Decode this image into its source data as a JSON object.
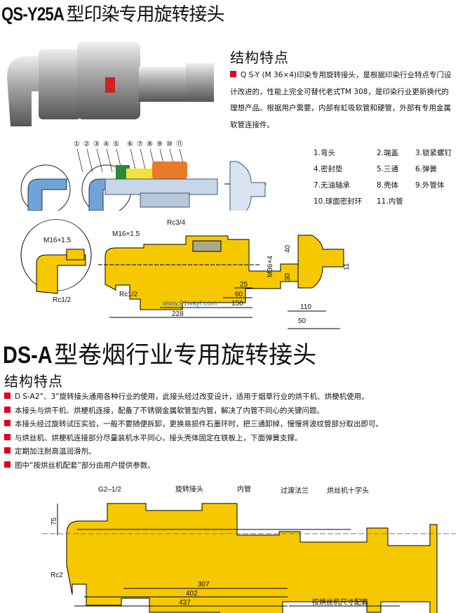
{
  "section1": {
    "model": "QS-Y25A",
    "title_rest": "型印染专用旋转接头",
    "heading": "结构特点",
    "description": "Q S-Y (M 36×4)印染专用旋转接头，是根据印染行业特点专门设计改进的，性能上完全可替代老式TM 308，是印染行业更新换代的理想产品。根据用户需要，内部有虹吸软管和硬管，外部有专用金属软管连接件。",
    "callouts": [
      "①",
      "②",
      "③",
      "④",
      "⑤",
      "⑥",
      "⑦",
      "⑧",
      "⑨",
      "⑩",
      "⑪"
    ],
    "parts": [
      "1.弯头",
      "2.端盖",
      "3.锁紧螺钉",
      "4.密封垫",
      "5.三通",
      "6.弹簧",
      "7.无油轴承",
      "8.壳体",
      "9.外管体",
      "10.球面密封环",
      "11.内管"
    ],
    "dims": {
      "m16_a": "M16×1.5",
      "rc12_a": "Rc1/2",
      "m16_b": "M16×1.5",
      "rc34": "Rc3/4",
      "rc12_b": "Rc1/2",
      "m36": "M36×4",
      "d25": "25",
      "d60": "60",
      "d150": "150",
      "d228": "228",
      "d40": "40",
      "d30": "30",
      "d11": "11",
      "d110": "110",
      "d50": "50"
    },
    "watermark": "www.91wayf.com"
  },
  "section2": {
    "model": "DS-A",
    "title_rest": "型卷烟行业专用旋转接头",
    "heading": "结构特点",
    "bullets": [
      "D S-A2”、3”旋转接头通用各种行业的使用，此接头经过改变设计，适用于烟草行业的烘干机、烘梗机使用。",
      "本接头与烘干机、烘梗机连接，配备了不锈钢金属软管型内管，解决了内管不同心的关键问题。",
      "本接头经过旋转试压实验，一般不要随便拆卸，更换易损件石墨环时，把三通卸掉，慢慢将波纹管部分取出即可。",
      "与烘丝机、烘梗机连接部分尽量装机水平同心，接头壳体固定在铁板上，下面弹簧支撑。",
      "定期加注耐高温润滑剂。",
      "图中“按烘丝机配套”部分由用户提供参数。"
    ],
    "labels": {
      "g2": "G2–1/2",
      "joint": "旋转接头",
      "inner": "内管",
      "flange": "过渡法兰",
      "cross": "烘丝机十字头",
      "rc2": "Rc2",
      "d75": "75",
      "d307": "307",
      "d402": "402",
      "d437": "437",
      "match": "按烘丝机尺寸配套"
    }
  },
  "colors": {
    "accent": "#e0001b",
    "part": "#f5c800"
  }
}
